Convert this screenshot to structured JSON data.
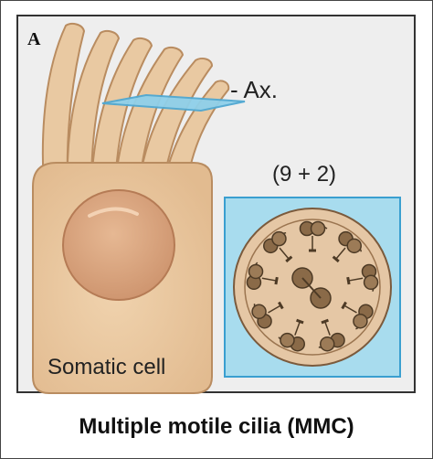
{
  "panel_letter": "A",
  "axoneme_label": "- Ax.",
  "ratio_label": "(9 + 2)",
  "cell_label": "Somatic cell",
  "caption": "Multiple motile cilia (MMC)",
  "colors": {
    "background": "#eeeeee",
    "cell_fill": "#e9c9a2",
    "cell_stroke": "#b98c60",
    "nucleus_fill": "#dca981",
    "section_plane": "#8fd0ea",
    "inset_fill": "#a8dcee",
    "inset_stroke": "#3a9fd0",
    "doublet_fill": "#8a6a48"
  }
}
